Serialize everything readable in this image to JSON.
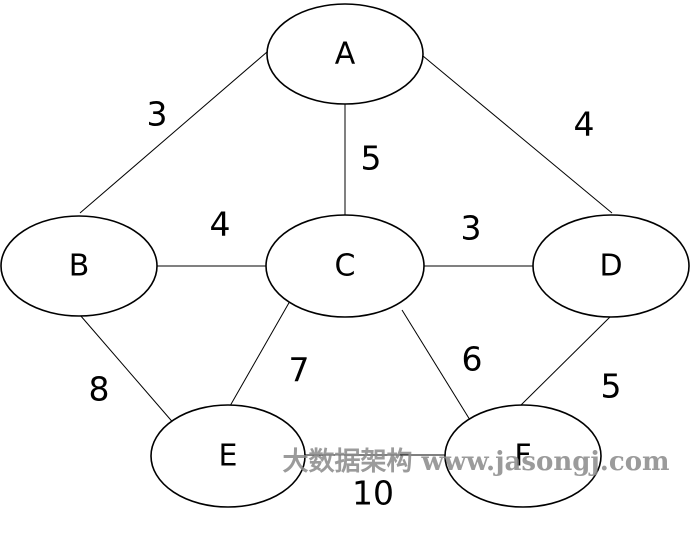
{
  "nodes": {
    "A": "A",
    "B": "B",
    "C": "C",
    "D": "D",
    "E": "E",
    "F": "F"
  },
  "edges": {
    "A_B": "3",
    "A_C": "5",
    "A_D": "4",
    "B_C": "4",
    "C_D": "3",
    "B_E": "8",
    "C_E": "7",
    "C_F": "6",
    "D_F": "5",
    "E_F": "10"
  },
  "watermark": {
    "text": "大数据架构 www.jasongj.com"
  },
  "colors": {
    "stroke": "#000000",
    "node_fill": "#ffffff",
    "watermark": "#8a8a8a"
  }
}
